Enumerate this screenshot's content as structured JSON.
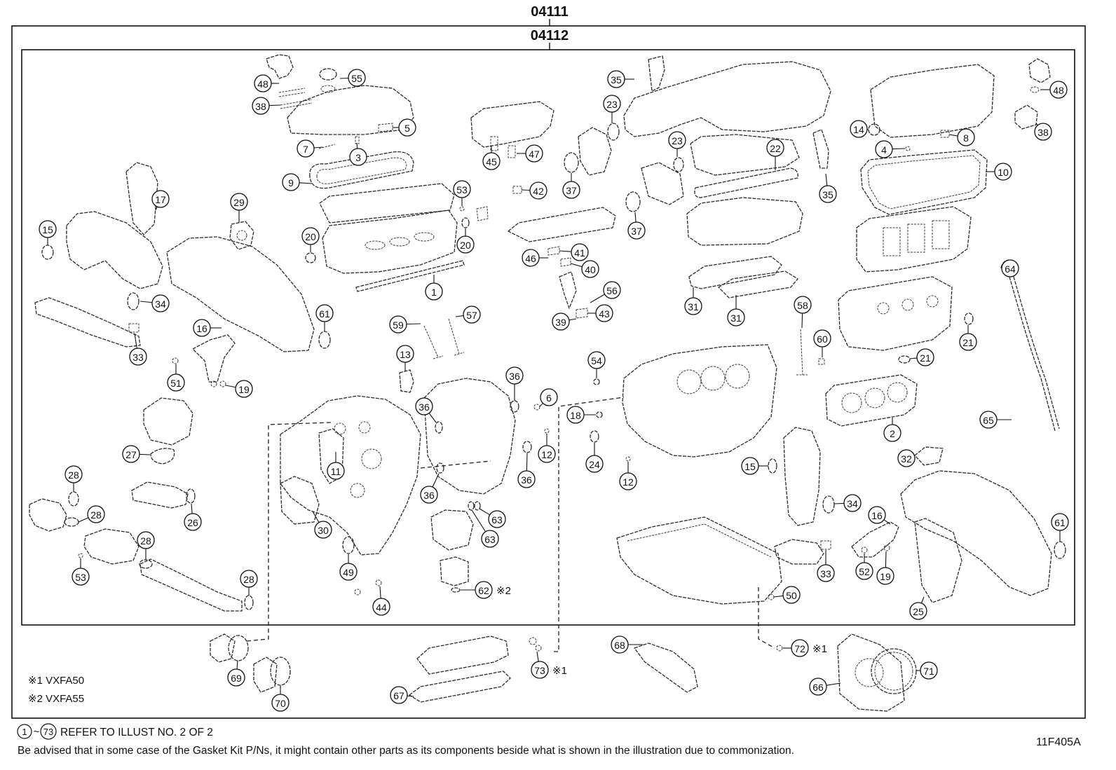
{
  "header": {
    "assembly_no": "04111",
    "sub_assembly_no": "04112"
  },
  "callouts": [
    {
      "label": "48"
    },
    {
      "label": "55"
    },
    {
      "label": "38"
    },
    {
      "label": "5"
    },
    {
      "label": "7"
    },
    {
      "label": "3"
    },
    {
      "label": "9"
    },
    {
      "label": "53"
    },
    {
      "label": "20"
    },
    {
      "label": "20"
    },
    {
      "label": "1"
    },
    {
      "label": "45"
    },
    {
      "label": "47"
    },
    {
      "label": "42"
    },
    {
      "label": "35"
    },
    {
      "label": "23"
    },
    {
      "label": "37"
    },
    {
      "label": "23"
    },
    {
      "label": "37"
    },
    {
      "label": "22"
    },
    {
      "label": "35"
    },
    {
      "label": "41"
    },
    {
      "label": "46"
    },
    {
      "label": "40"
    },
    {
      "label": "56"
    },
    {
      "label": "43"
    },
    {
      "label": "39"
    },
    {
      "label": "31"
    },
    {
      "label": "31"
    },
    {
      "label": "14"
    },
    {
      "label": "4"
    },
    {
      "label": "8"
    },
    {
      "label": "48"
    },
    {
      "label": "38"
    },
    {
      "label": "10"
    },
    {
      "label": "64"
    },
    {
      "label": "21"
    },
    {
      "label": "21"
    },
    {
      "label": "58"
    },
    {
      "label": "60"
    },
    {
      "label": "2"
    },
    {
      "label": "65"
    },
    {
      "label": "15"
    },
    {
      "label": "17"
    },
    {
      "label": "29"
    },
    {
      "label": "34"
    },
    {
      "label": "33"
    },
    {
      "label": "61"
    },
    {
      "label": "16"
    },
    {
      "label": "51"
    },
    {
      "label": "19"
    },
    {
      "label": "59"
    },
    {
      "label": "57"
    },
    {
      "label": "13"
    },
    {
      "label": "36"
    },
    {
      "label": "6"
    },
    {
      "label": "36"
    },
    {
      "label": "54"
    },
    {
      "label": "18"
    },
    {
      "label": "12"
    },
    {
      "label": "36"
    },
    {
      "label": "24"
    },
    {
      "label": "12"
    },
    {
      "label": "27"
    },
    {
      "label": "11"
    },
    {
      "label": "28"
    },
    {
      "label": "28"
    },
    {
      "label": "26"
    },
    {
      "label": "30"
    },
    {
      "label": "36"
    },
    {
      "label": "63"
    },
    {
      "label": "63"
    },
    {
      "label": "28"
    },
    {
      "label": "53"
    },
    {
      "label": "49"
    },
    {
      "label": "28"
    },
    {
      "label": "62",
      "note": "※2"
    },
    {
      "label": "44"
    },
    {
      "label": "15"
    },
    {
      "label": "32"
    },
    {
      "label": "34"
    },
    {
      "label": "16"
    },
    {
      "label": "61"
    },
    {
      "label": "33"
    },
    {
      "label": "52"
    },
    {
      "label": "19"
    },
    {
      "label": "50"
    },
    {
      "label": "25"
    },
    {
      "label": "72",
      "note": "※1"
    },
    {
      "label": "68"
    },
    {
      "label": "71"
    },
    {
      "label": "66"
    },
    {
      "label": "73",
      "note": "※1"
    },
    {
      "label": "67"
    },
    {
      "label": "69"
    },
    {
      "label": "70"
    }
  ],
  "model_notes": [
    "※1 VXFA50",
    "※2 VXFA55"
  ],
  "refer_note": {
    "range_start": "1",
    "range_sep": "~",
    "range_end": "73",
    "text": "REFER TO ILLUST NO. 2 OF 2"
  },
  "disclaimer": "Be advised that in some case of the Gasket Kit P/Ns,  it might contain other parts as its components beside what is shown in the illustration due to commonization.",
  "illustration_id": "11F405A"
}
